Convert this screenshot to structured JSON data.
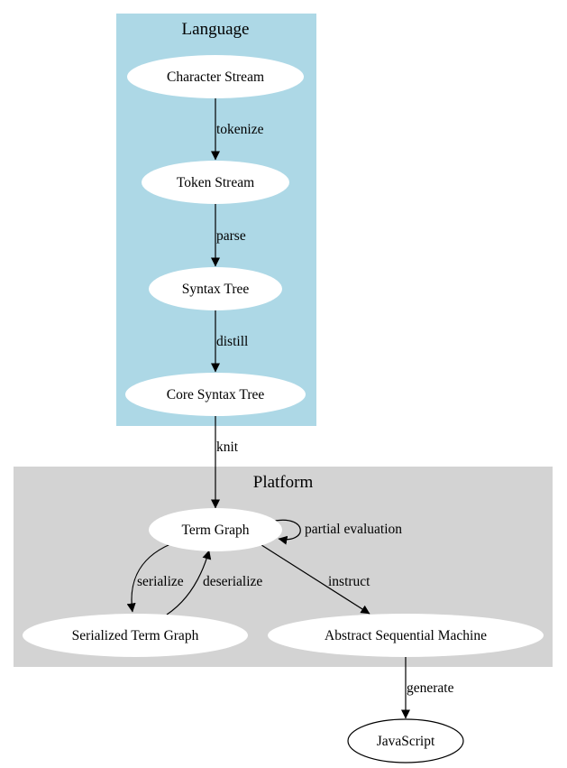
{
  "clusters": {
    "language": {
      "label": "Language",
      "fill": "#add8e6"
    },
    "platform": {
      "label": "Platform",
      "fill": "#d3d3d3"
    }
  },
  "nodes": {
    "character_stream": "Character Stream",
    "token_stream": "Token Stream",
    "syntax_tree": "Syntax Tree",
    "core_syntax_tree": "Core Syntax Tree",
    "term_graph": "Term Graph",
    "serialized_term_graph": "Serialized Term Graph",
    "abstract_sequential_machine": "Abstract Sequential Machine",
    "javascript": "JavaScript"
  },
  "edges": {
    "tokenize": "tokenize",
    "parse": "parse",
    "distill": "distill",
    "knit": "knit",
    "partial_evaluation": "partial evaluation",
    "serialize": "serialize",
    "deserialize": "deserialize",
    "instruct": "instruct",
    "generate": "generate"
  }
}
